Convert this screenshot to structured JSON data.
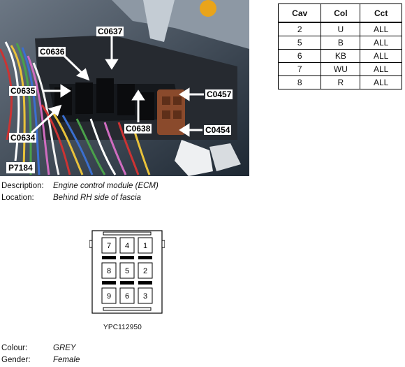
{
  "photo": {
    "id_label": "P7184",
    "callouts": {
      "c0637": "C0637",
      "c0636": "C0636",
      "c0635": "C0635",
      "c0634": "C0634",
      "c0638": "C0638",
      "c0457": "C0457",
      "c0454": "C0454"
    }
  },
  "info": {
    "description_label": "Description:",
    "description_value": "Engine control module (ECM)",
    "location_label": "Location:",
    "location_value": "Behind RH side of fascia",
    "colour_label": "Colour:",
    "colour_value": "GREY",
    "gender_label": "Gender:",
    "gender_value": "Female"
  },
  "table": {
    "headers": [
      "Cav",
      "Col",
      "Cct"
    ],
    "rows": [
      [
        "2",
        "U",
        "ALL"
      ],
      [
        "5",
        "B",
        "ALL"
      ],
      [
        "6",
        "KB",
        "ALL"
      ],
      [
        "7",
        "WU",
        "ALL"
      ],
      [
        "8",
        "R",
        "ALL"
      ]
    ]
  },
  "connector": {
    "part_number": "YPC112950",
    "pins": [
      "7",
      "4",
      "1",
      "8",
      "5",
      "2",
      "9",
      "6",
      "3"
    ]
  },
  "colors": {
    "photo_bg": "#2d3a48",
    "connector_brown": "#8a4a2c"
  }
}
